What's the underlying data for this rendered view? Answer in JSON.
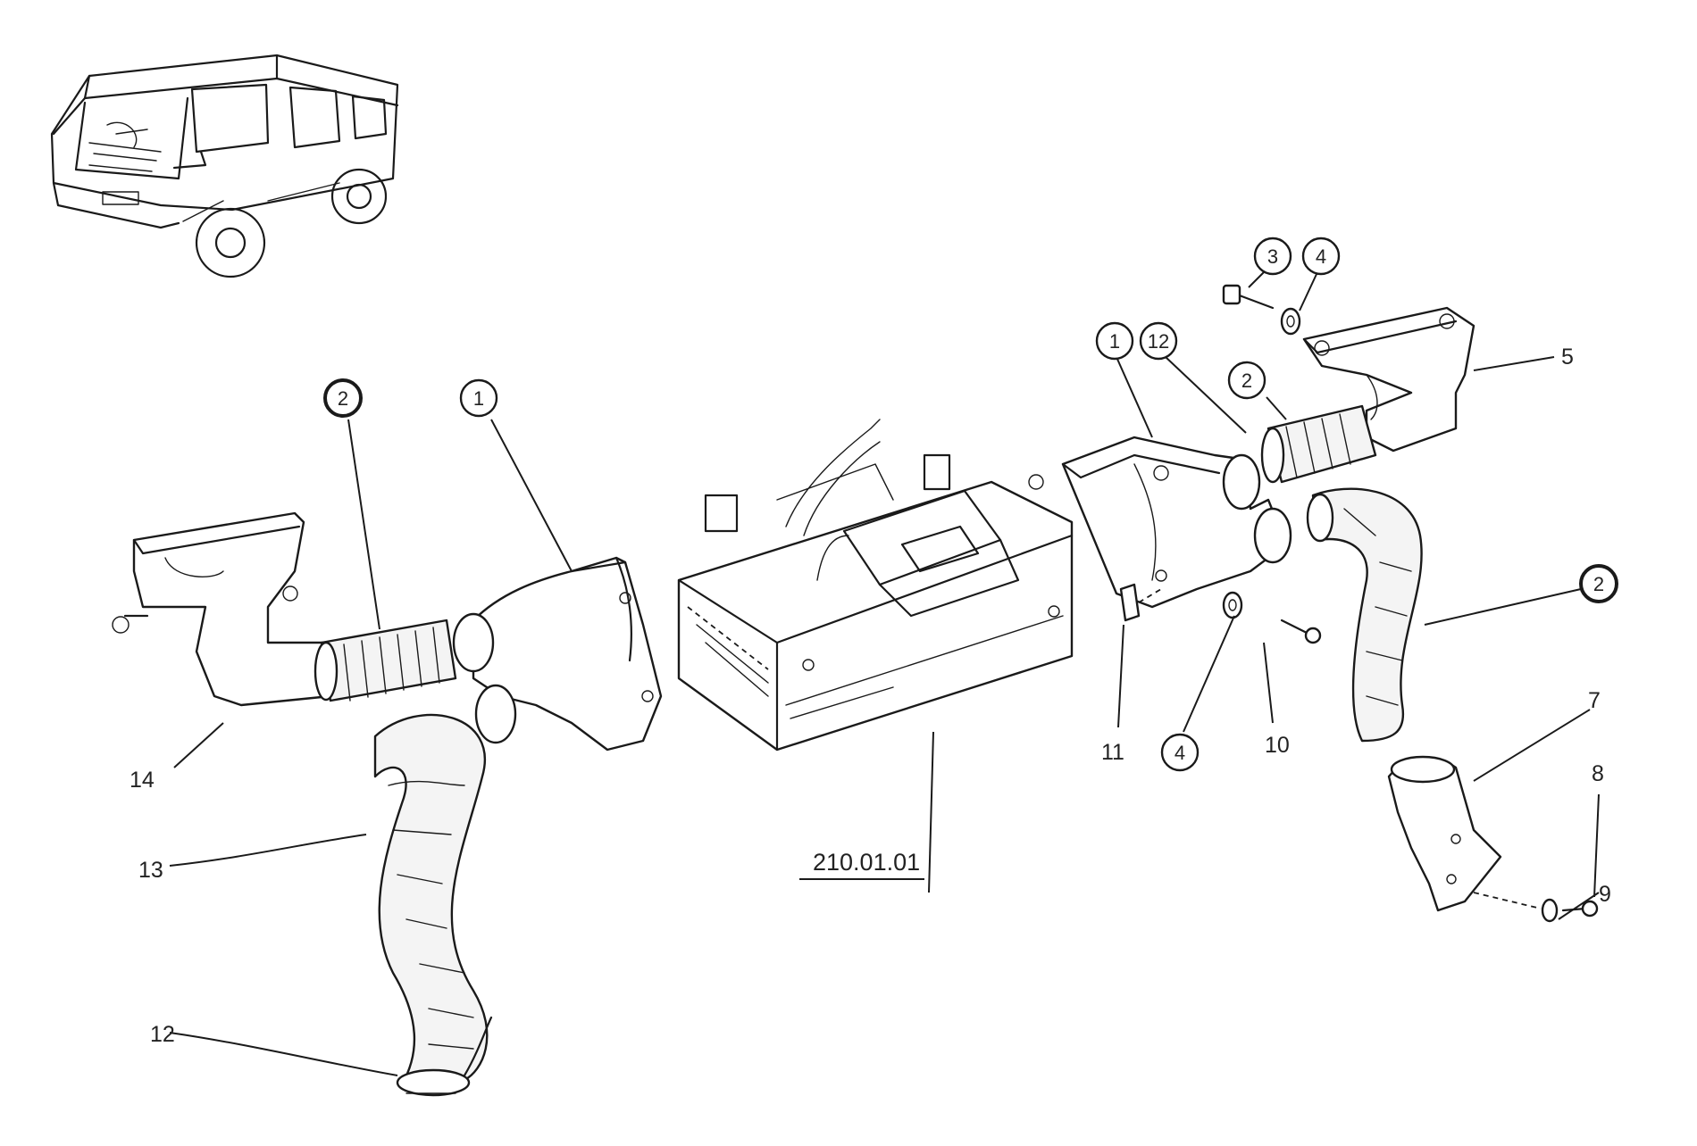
{
  "diagram": {
    "reference": "210.01.01",
    "callouts": [
      {
        "id": "c1-left",
        "label": "1",
        "circled": true,
        "bold": false
      },
      {
        "id": "c2-left",
        "label": "2",
        "circled": true,
        "bold": true
      },
      {
        "id": "c14",
        "label": "14",
        "circled": false
      },
      {
        "id": "c13",
        "label": "13",
        "circled": false
      },
      {
        "id": "c12-left",
        "label": "12",
        "circled": false
      },
      {
        "id": "c1-right",
        "label": "1",
        "circled": true,
        "bold": false
      },
      {
        "id": "c12-right",
        "label": "12",
        "circled": true,
        "bold": false
      },
      {
        "id": "c3",
        "label": "3",
        "circled": true,
        "bold": false
      },
      {
        "id": "c4-top",
        "label": "4",
        "circled": true,
        "bold": false
      },
      {
        "id": "c2-mid",
        "label": "2",
        "circled": true,
        "bold": false
      },
      {
        "id": "c5",
        "label": "5",
        "circled": false
      },
      {
        "id": "c2-right",
        "label": "2",
        "circled": true,
        "bold": true
      },
      {
        "id": "c11",
        "label": "11",
        "circled": false
      },
      {
        "id": "c4-bottom",
        "label": "4",
        "circled": true,
        "bold": false
      },
      {
        "id": "c10",
        "label": "10",
        "circled": false
      },
      {
        "id": "c7",
        "label": "7",
        "circled": false
      },
      {
        "id": "c8",
        "label": "8",
        "circled": false
      },
      {
        "id": "c9",
        "label": "9",
        "circled": false
      }
    ],
    "icons": [
      "vehicle-thumbnail-icon",
      "heater-box-icon",
      "hose-icon",
      "duct-icon",
      "screw-icon",
      "washer-icon",
      "clip-icon"
    ]
  }
}
